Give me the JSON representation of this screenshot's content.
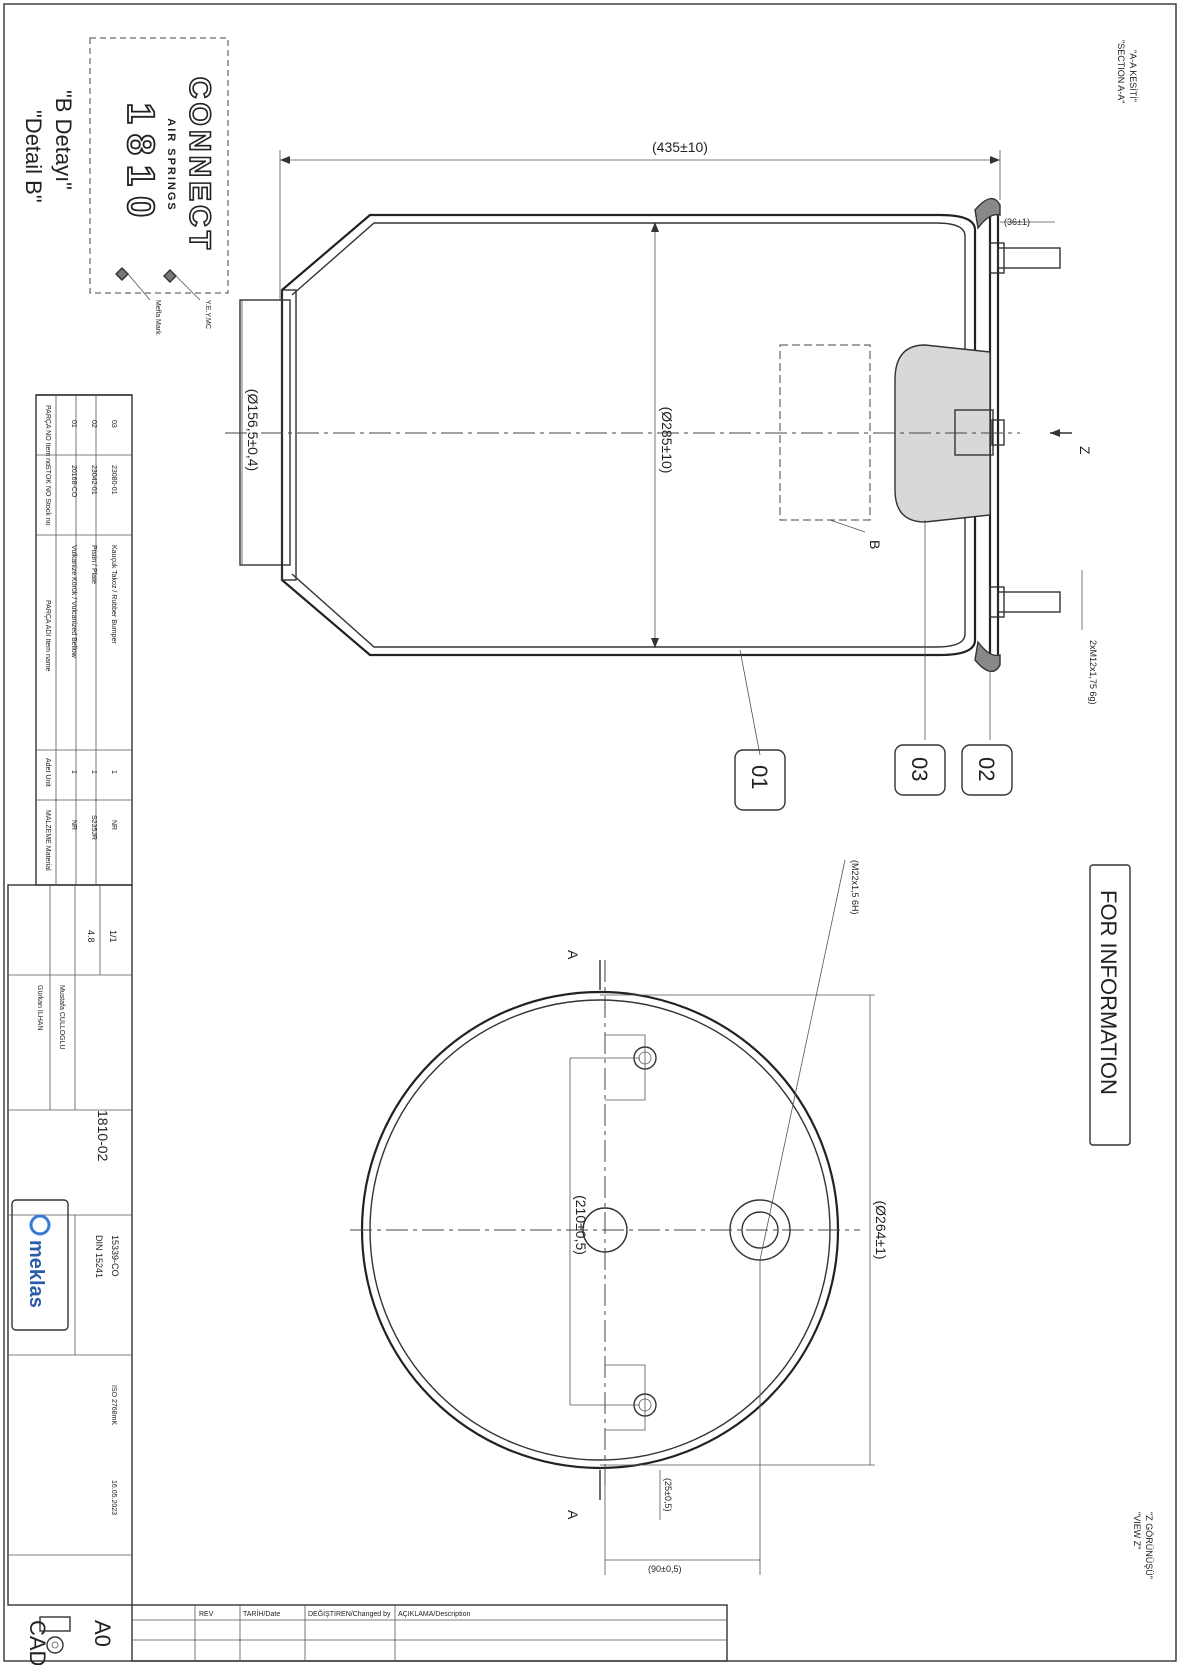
{
  "logo": {
    "brand_text": "CONNECT",
    "brand_sub": "AIR SPRINGS",
    "model_code": "1810",
    "mark1": "Y.E.Y.MC",
    "mark2": "Mefla Mark"
  },
  "detail": {
    "turkish": "\"B Detayı\"",
    "english": "\"Detail B\""
  },
  "section_label": {
    "line1": "\"A-A KESİTİ\"",
    "line2": "\"SECTION A-A\""
  },
  "view_label": {
    "line1": "\"Z GÖRÜNÜŞÜ\"",
    "line2": "\"VIEW Z\""
  },
  "for_information": "FOR INFORMATION",
  "dimensions": {
    "height": "(435±10)",
    "dia_body": "(Ø285±10)",
    "dia_piston": "(Ø156,5±0,4)",
    "flange": "(36±1)",
    "thread_bottom": "2xM12x1,75 6g)",
    "thread_top": "(M22x1,5 6H)",
    "plate_dia": "(Ø264±1)",
    "stud_spacing": "(210±0,5)",
    "offset_small": "(25±0,5)",
    "offset_big": "(90±0,5)",
    "view_arrow": "Z",
    "detail_ref": "B"
  },
  "section_marks": [
    "A",
    "A"
  ],
  "balloons": [
    "01",
    "02",
    "03"
  ],
  "parts_table": {
    "header": [
      "PARÇA NO\nItem no",
      "STOK NO\nStock no",
      "PARÇA ADI\nItem name",
      "Adet\nUnit",
      "MALZEME\nMaterial"
    ],
    "rows": [
      [
        "03",
        "23080-01",
        "Kauçuk Takoz / Rubber Bumper",
        "1",
        "NR"
      ],
      [
        "02",
        "23042-01",
        "Pistin / Plate",
        "1",
        "S235JR"
      ],
      [
        "01",
        "20168-CO",
        "Vulkanize Körük / Vulcanized Bellow",
        "1",
        "NR"
      ]
    ]
  },
  "title_block": {
    "scale": "1/1",
    "weight": "4.8",
    "part_no": "1810-02",
    "drawn": "Mustafa CULLOGLU",
    "checked": "Gürkan İLHAN",
    "stock_code": "15339-CO",
    "standard": "DIN 15241",
    "drawing_no": "ISO 2768mK",
    "date": "16.05.2023",
    "sheet": "A0",
    "tool": "CAD",
    "company": "meklas"
  },
  "revisions": {
    "header": [
      "REV",
      "TARİH/Date",
      "DEĞİŞTİREN/Changed by",
      "AÇIKLAMA/Description"
    ]
  }
}
